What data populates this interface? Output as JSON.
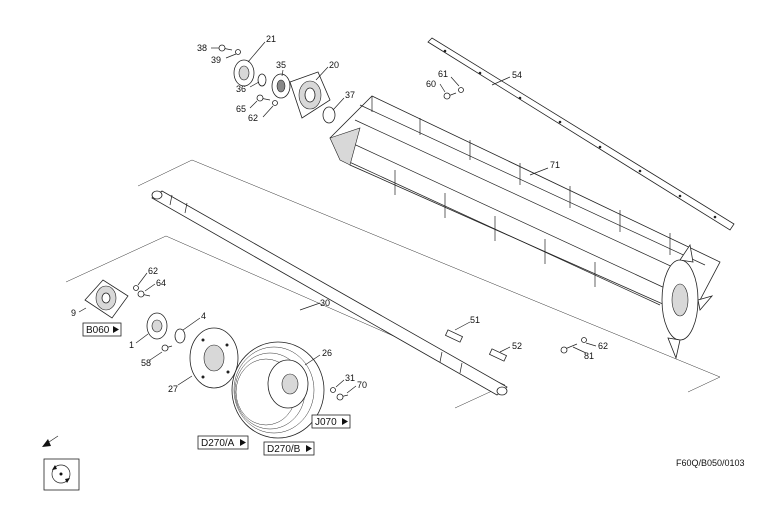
{
  "drawing_code": "F60Q/B050/0103",
  "callouts": {
    "c38": "38",
    "c39": "39",
    "c21": "21",
    "c36": "36",
    "c35": "35",
    "c20": "20",
    "c65": "65",
    "c62a": "62",
    "c37": "37",
    "c61": "61",
    "c60": "60",
    "c54": "54",
    "c71": "71",
    "c30": "30",
    "c62b": "62",
    "c64": "64",
    "c9": "9",
    "c4": "4",
    "c1": "1",
    "c58": "58",
    "c27": "27",
    "c26": "26",
    "c31": "31",
    "c70": "70",
    "c51": "51",
    "c52": "52",
    "c62c": "62",
    "c81": "81"
  },
  "references": {
    "b060": "B060",
    "d270a": "D270/A",
    "d270b": "D270/B",
    "j070": "J070"
  },
  "icons": [
    "direction-arrow-icon",
    "rotor-view-icon"
  ]
}
